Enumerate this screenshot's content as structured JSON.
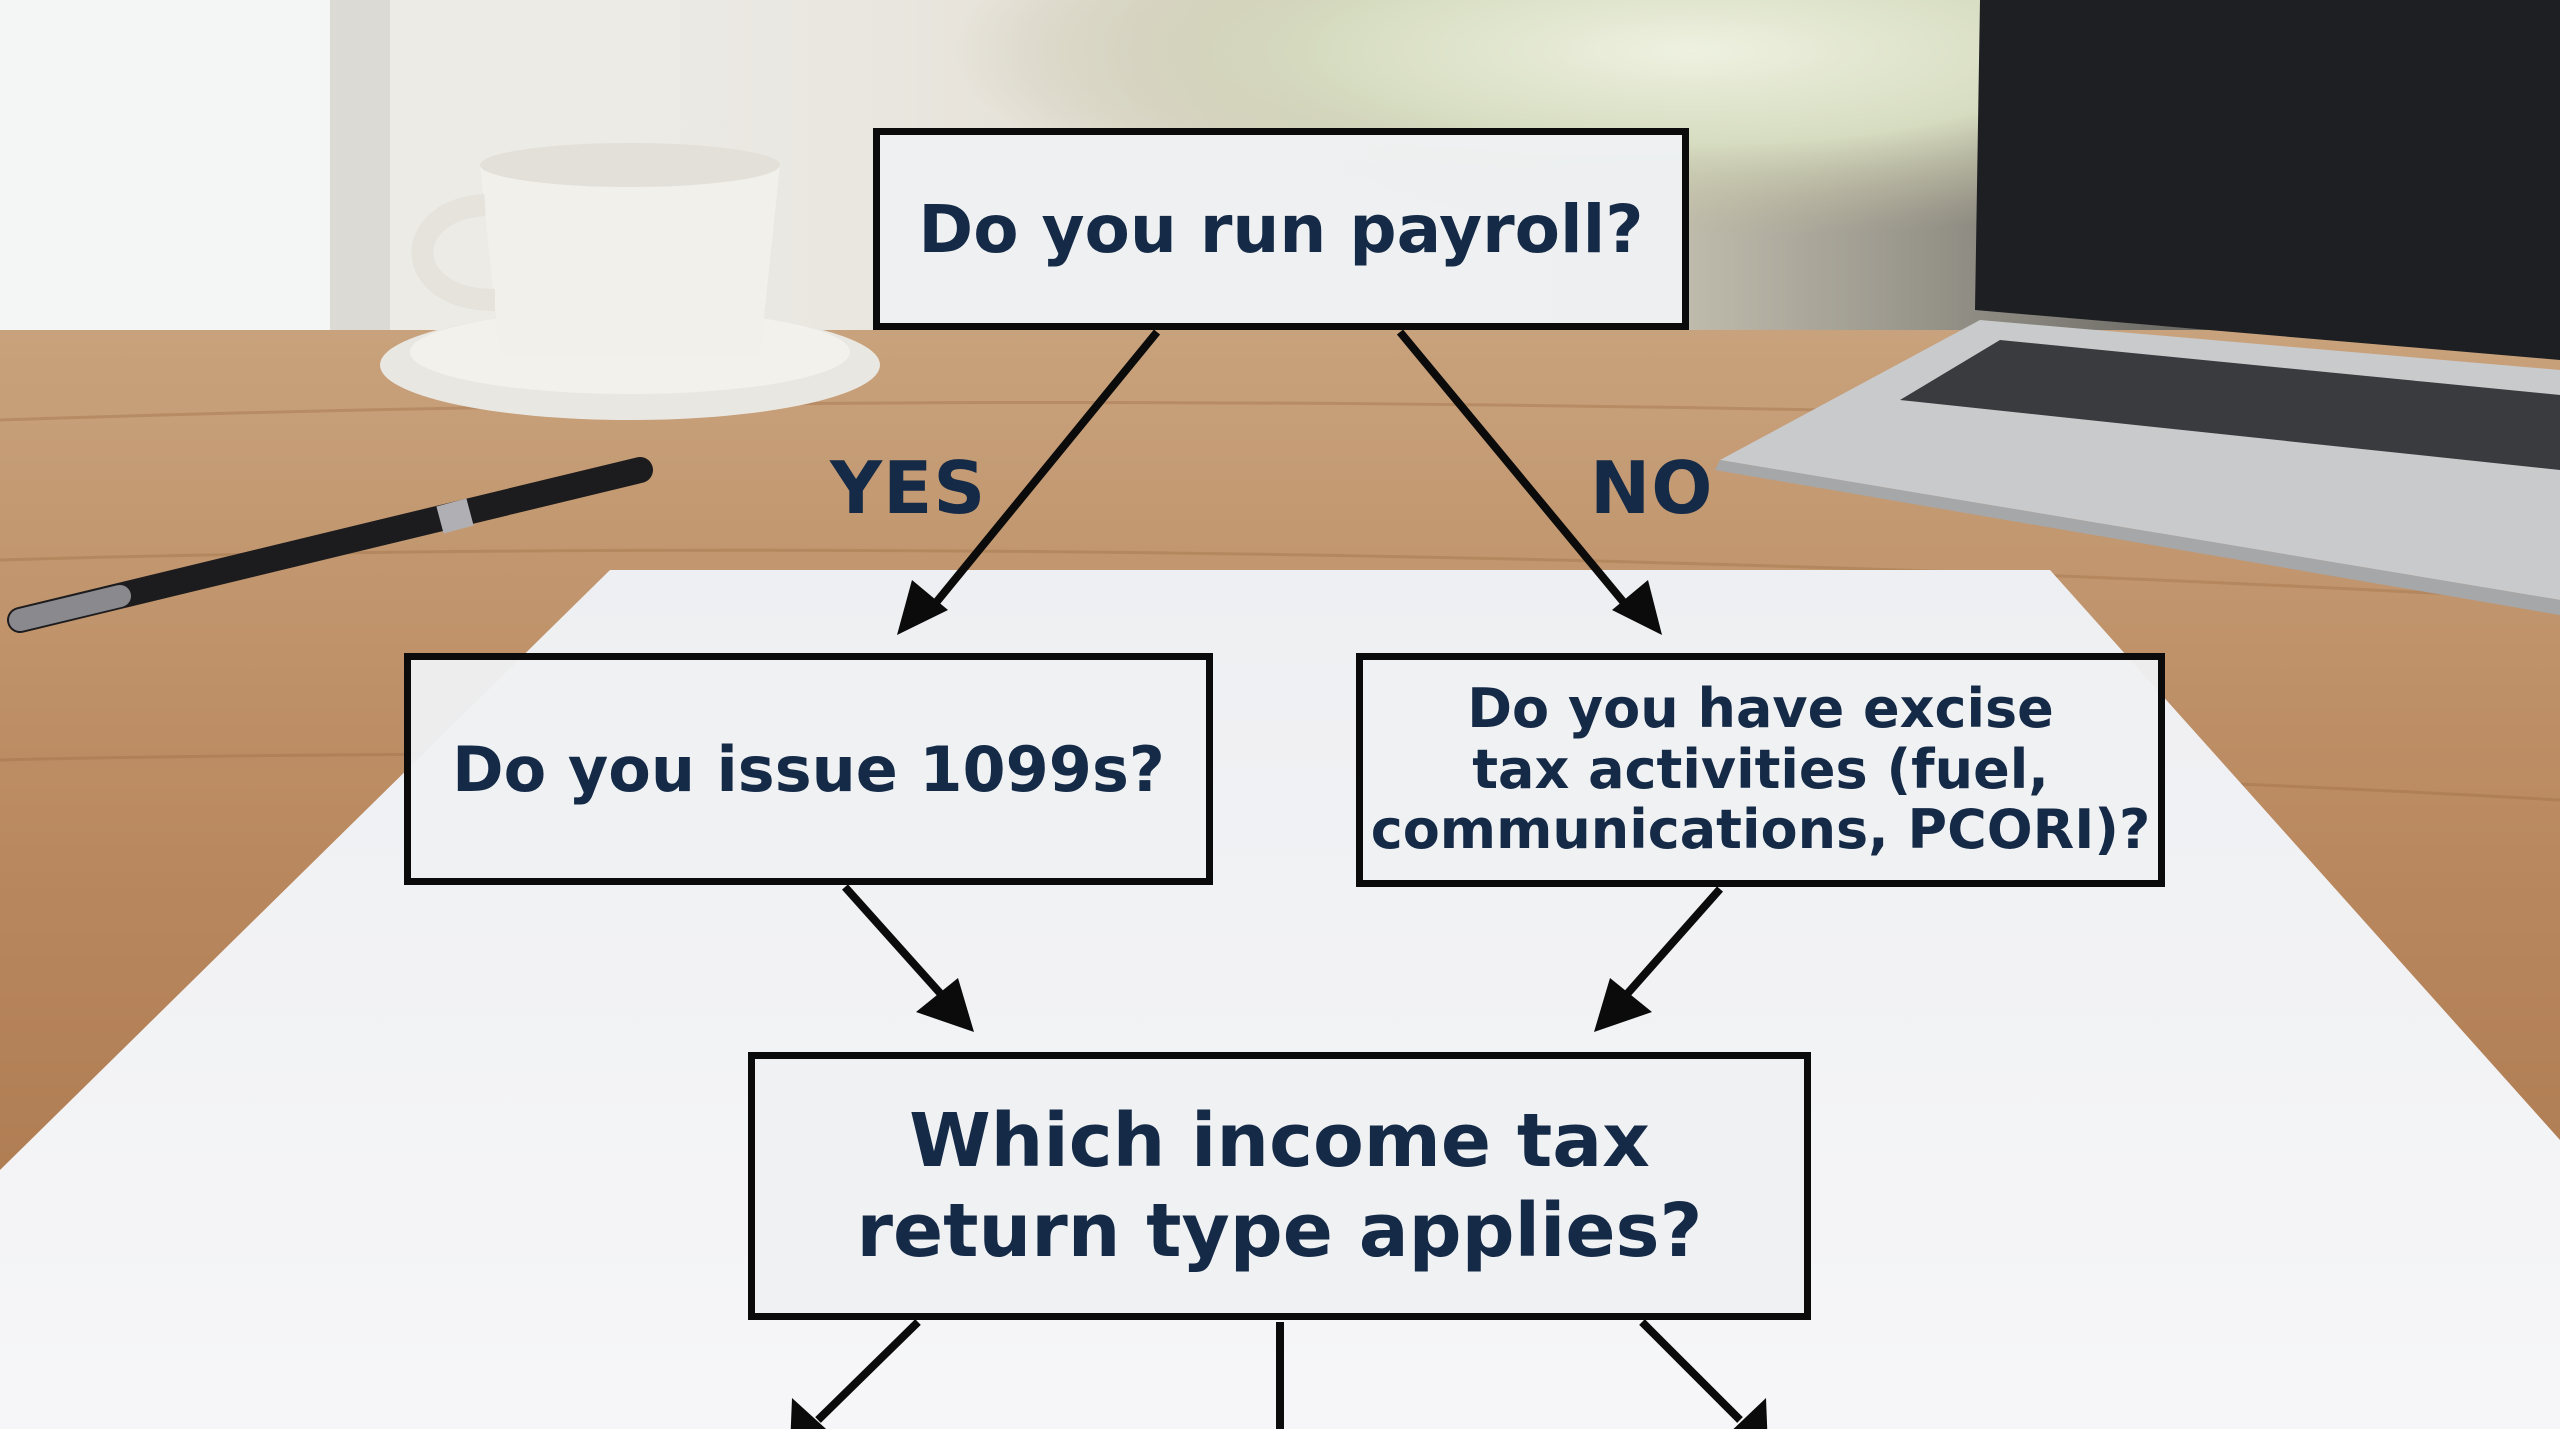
{
  "flowchart": {
    "nodes": {
      "q1": "Do you run payroll?",
      "q2": "Do you issue 1099s?",
      "q3": "Do you have excise\ntax activities (fuel,\ncommunications, PCORI)?",
      "q4": "Which income tax\nreturn type applies?"
    },
    "edge_labels": {
      "yes": "YES",
      "no": "NO"
    }
  },
  "colors": {
    "box_text": "#152a47",
    "box_border": "#0b0b0b",
    "box_fill": "#eef0f3",
    "arrow": "#0b0b0b"
  }
}
